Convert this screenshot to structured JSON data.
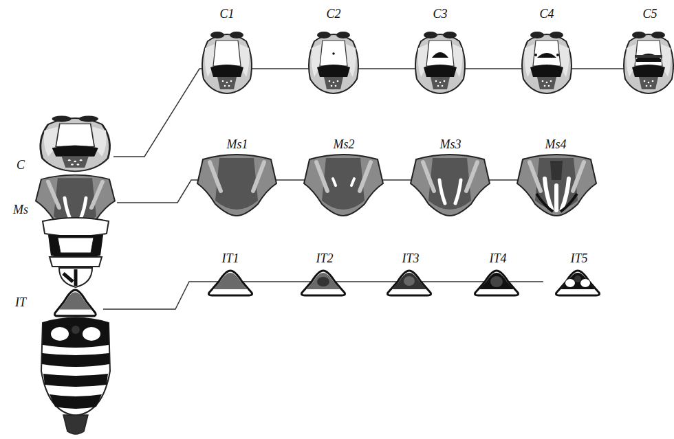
{
  "diagram": {
    "labels": [
      "C1",
      "C2",
      "C3",
      "C4",
      "C5",
      "Ms1",
      "Ms2",
      "Ms3",
      "Ms4",
      "C",
      "Ms",
      "IT1",
      "IT2",
      "IT3",
      "IT4",
      "IT5",
      "IT"
    ]
  }
}
